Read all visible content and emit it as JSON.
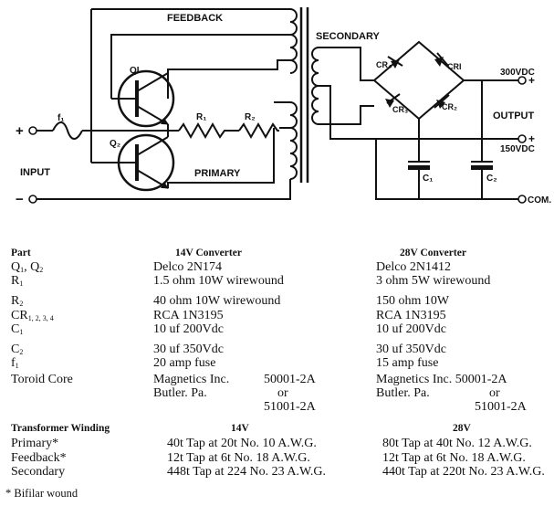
{
  "diagram": {
    "labels": {
      "feedback": "FEEDBACK",
      "secondary": "SECONDARY",
      "input": "INPUT",
      "primary": "PRIMARY",
      "output": "OUTPUT",
      "plus": "+",
      "minus": "−",
      "f1": "f₁",
      "q1": "QI",
      "q2": "Q₂",
      "r1": "R₁",
      "r2": "R₂",
      "cr1": "CRI",
      "cr2": "CR₂",
      "cr3": "CR₃",
      "cr4": "CR₄",
      "c1": "C₁",
      "c2": "C₂",
      "out300": "300VDC",
      "out150": "150VDC",
      "com": "COM."
    }
  },
  "table": {
    "headers": {
      "part": "Part",
      "v14": "14V Converter",
      "v28": "28V Converter"
    },
    "rows": [
      {
        "part_base": "Q",
        "part_sub": "1",
        "part_mid": ", Q",
        "part_sub2": "2",
        "v14": "Delco 2N174",
        "v28": "Delco 2N1412"
      },
      {
        "part_base": "R",
        "part_sub": "1",
        "v14": "1.5 ohm 10W wirewound",
        "v28": "3 ohm 5W wirewound"
      },
      {
        "part_base": "R",
        "part_sub": "2",
        "v14": "40 ohm 10W wirewound",
        "v28": "150 ohm 10W"
      },
      {
        "part_base": "CR",
        "part_sub": "1, 2, 3, 4",
        "v14": "RCA 1N3195",
        "v28": "RCA 1N3195"
      },
      {
        "part_base": "C",
        "part_sub": "1",
        "v14": "10 uf 200Vdc",
        "v28": "10 uf 200Vdc"
      },
      {
        "part_base": "C",
        "part_sub": "2",
        "v14": "30 uf 350Vdc",
        "v28": "30 uf 350Vdc"
      },
      {
        "part_base": "f",
        "part_sub": "1",
        "v14": "20 amp fuse",
        "v28": "15 amp fuse"
      }
    ],
    "toroid": {
      "part": "Toroid Core",
      "v14": {
        "name": "Magnetics Inc.",
        "num1": "50001-2A",
        "city": "Butler. Pa.",
        "or": "or",
        "num2": "51001-2A"
      },
      "v28": {
        "name": "Magnetics Inc. 50001-2A",
        "city": "Butler. Pa.",
        "or": "or",
        "num2": "51001-2A"
      }
    },
    "winding": {
      "header": {
        "part": "Transformer Winding",
        "v14": "14V",
        "v28": "28V"
      },
      "rows": [
        {
          "part": "Primary*",
          "v14": "40t Tap at 20t No. 10 A.W.G.",
          "v28": "80t Tap at 40t No. 12 A.W.G."
        },
        {
          "part": "Feedback*",
          "v14": "12t Tap at 6t No. 18 A.W.G.",
          "v28": "12t Tap at 6t No. 18 A.W.G."
        },
        {
          "part": "Secondary",
          "v14": "448t Tap at 224 No. 23 A.W.G.",
          "v28": "440t Tap at 220t No. 23 A.W.G."
        }
      ]
    },
    "footnote": "* Bifilar wound"
  }
}
